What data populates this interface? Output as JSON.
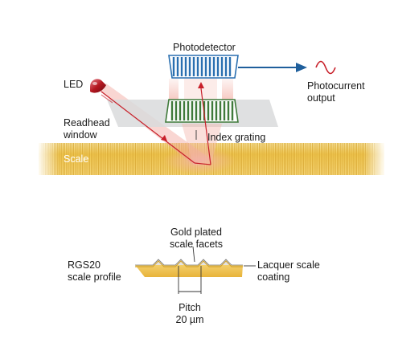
{
  "labels": {
    "photodetector": "Photodetector",
    "led": "LED",
    "photocurrent_line1": "Photocurrent",
    "photocurrent_line2": "output",
    "readhead_line1": "Readhead",
    "readhead_line2": "window",
    "index_grating": "Index grating",
    "scale": "Scale",
    "gold_line1": "Gold plated",
    "gold_line2": "scale facets",
    "rgs_line1": "RGS20",
    "rgs_line2": "scale profile",
    "lacquer_line1": "Lacquer scale",
    "lacquer_line2": "coating",
    "pitch_line1": "Pitch",
    "pitch_line2": "20 µm"
  },
  "colors": {
    "photodetector_blue": "#2a6fb0",
    "grating_green": "#3f7a3a",
    "scale_gold": "#efc24a",
    "scale_gold_light": "#f8dc86",
    "beam_red": "#c8202a",
    "arrow_blue": "#1f5f9c",
    "window_grey": "#d9dadc",
    "led_red": "#b3161f"
  }
}
